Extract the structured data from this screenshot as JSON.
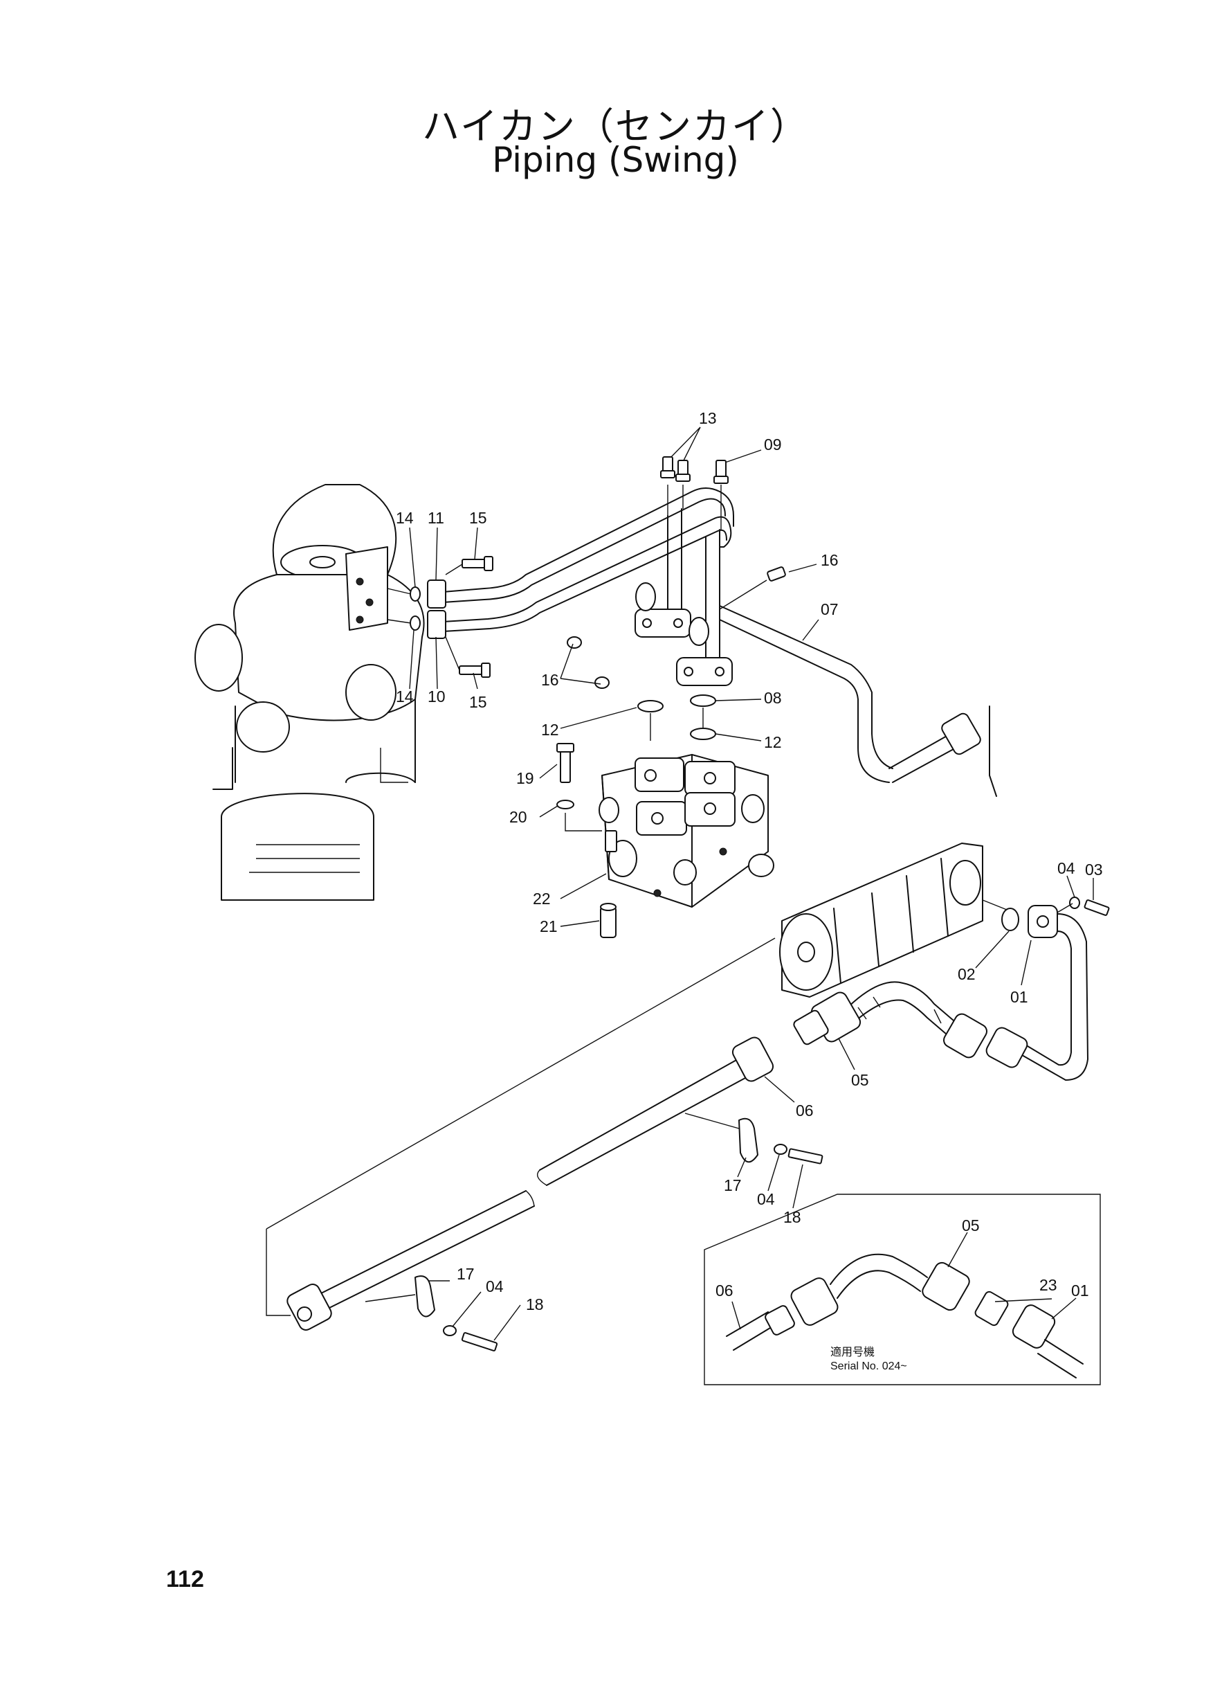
{
  "title_jp": "ハイカン（センカイ）",
  "title_en": "Piping (Swing)",
  "page_number": "112",
  "callouts": {
    "c01a": "01",
    "c01b": "01",
    "c02": "02",
    "c03": "03",
    "c04a": "04",
    "c04b": "04",
    "c04c": "04",
    "c05a": "05",
    "c05b": "05",
    "c06a": "06",
    "c06b": "06",
    "c07": "07",
    "c08": "08",
    "c09": "09",
    "c10": "10",
    "c11": "11",
    "c12a": "12",
    "c12b": "12",
    "c13": "13",
    "c14a": "14",
    "c14b": "14",
    "c15a": "15",
    "c15b": "15",
    "c16a": "16",
    "c16b": "16",
    "c17a": "17",
    "c17b": "17",
    "c18a": "18",
    "c18b": "18",
    "c19": "19",
    "c20": "20",
    "c21": "21",
    "c22": "22",
    "c23": "23"
  },
  "inset": {
    "applicable_jp": "適用号機",
    "serial": "Serial No. 024~"
  }
}
